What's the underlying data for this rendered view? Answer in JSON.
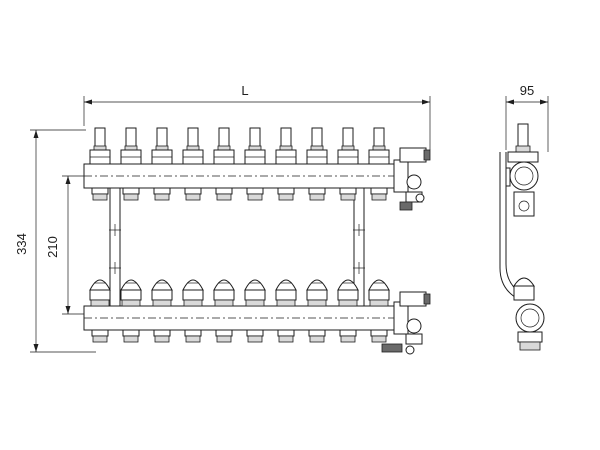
{
  "dimensions": {
    "length": "L",
    "depth": "95",
    "total_height": "334",
    "axis_distance": "210"
  },
  "manifold": {
    "outlets_per_bar": 10,
    "upper_bar": "flow-meters",
    "lower_bar": "valve-caps"
  }
}
